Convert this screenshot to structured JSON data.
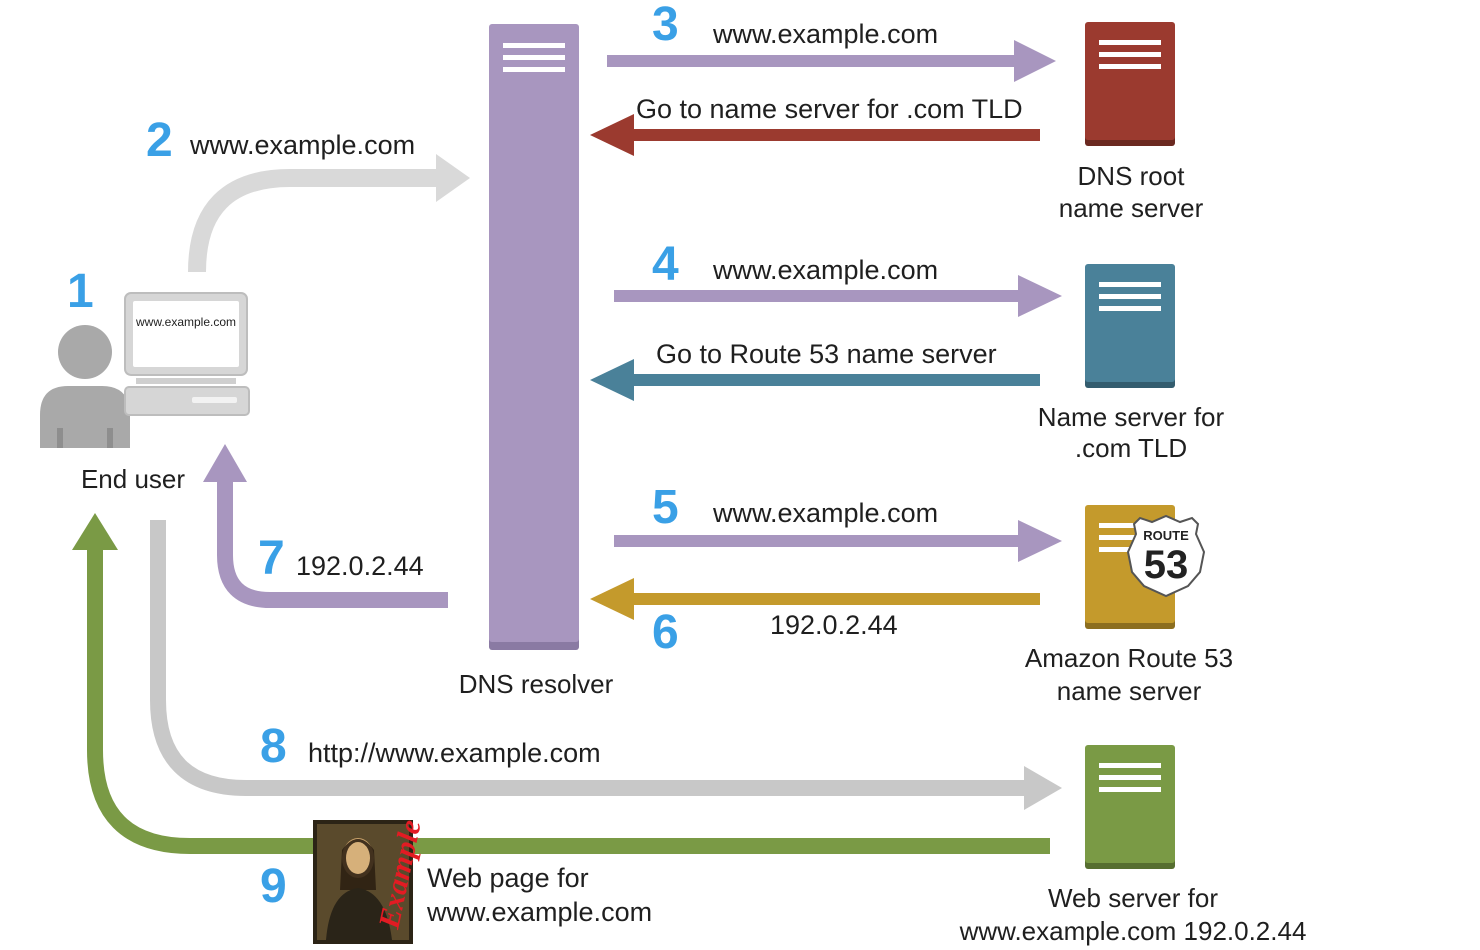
{
  "labels": {
    "end_user": "End user",
    "monitor_url": "www.example.com",
    "dns_resolver": "DNS resolver",
    "root_server_line1": "DNS root",
    "root_server_line2": "name server",
    "tld_server_line1": "Name server for",
    "tld_server_line2": ".com TLD",
    "route53_server_line1": "Amazon Route 53",
    "route53_server_line2": "name server",
    "route53_badge_top": "ROUTE",
    "route53_badge_num": "53",
    "web_server_line1": "Web server for",
    "web_server_line2": "www.example.com 192.0.2.44",
    "web_page_line1": "Web page for",
    "web_page_line2": "www.example.com",
    "thumbnail_text": "Example"
  },
  "steps": [
    {
      "num": "1",
      "label": ""
    },
    {
      "num": "2",
      "label": "www.example.com"
    },
    {
      "num": "3",
      "label": "www.example.com"
    },
    {
      "num": "",
      "label": "Go to name server for .com TLD"
    },
    {
      "num": "4",
      "label": "www.example.com"
    },
    {
      "num": "",
      "label": "Go to Route 53 name server"
    },
    {
      "num": "5",
      "label": "www.example.com"
    },
    {
      "num": "6",
      "label": "192.0.2.44"
    },
    {
      "num": "7",
      "label": "192.0.2.44"
    },
    {
      "num": "8",
      "label": "http://www.example.com"
    },
    {
      "num": "9",
      "label": ""
    }
  ],
  "colors": {
    "resolver": "#a896bf",
    "root_server": "#9b3a2f",
    "tld_server": "#4a8199",
    "route53_server": "#c49a2c",
    "web_server": "#7a9a45",
    "step_number": "#3aa0e6",
    "request_arrow": "#a896bf",
    "user_arrow": "#d9d9d9",
    "http_arrow": "#c8c8c8"
  }
}
